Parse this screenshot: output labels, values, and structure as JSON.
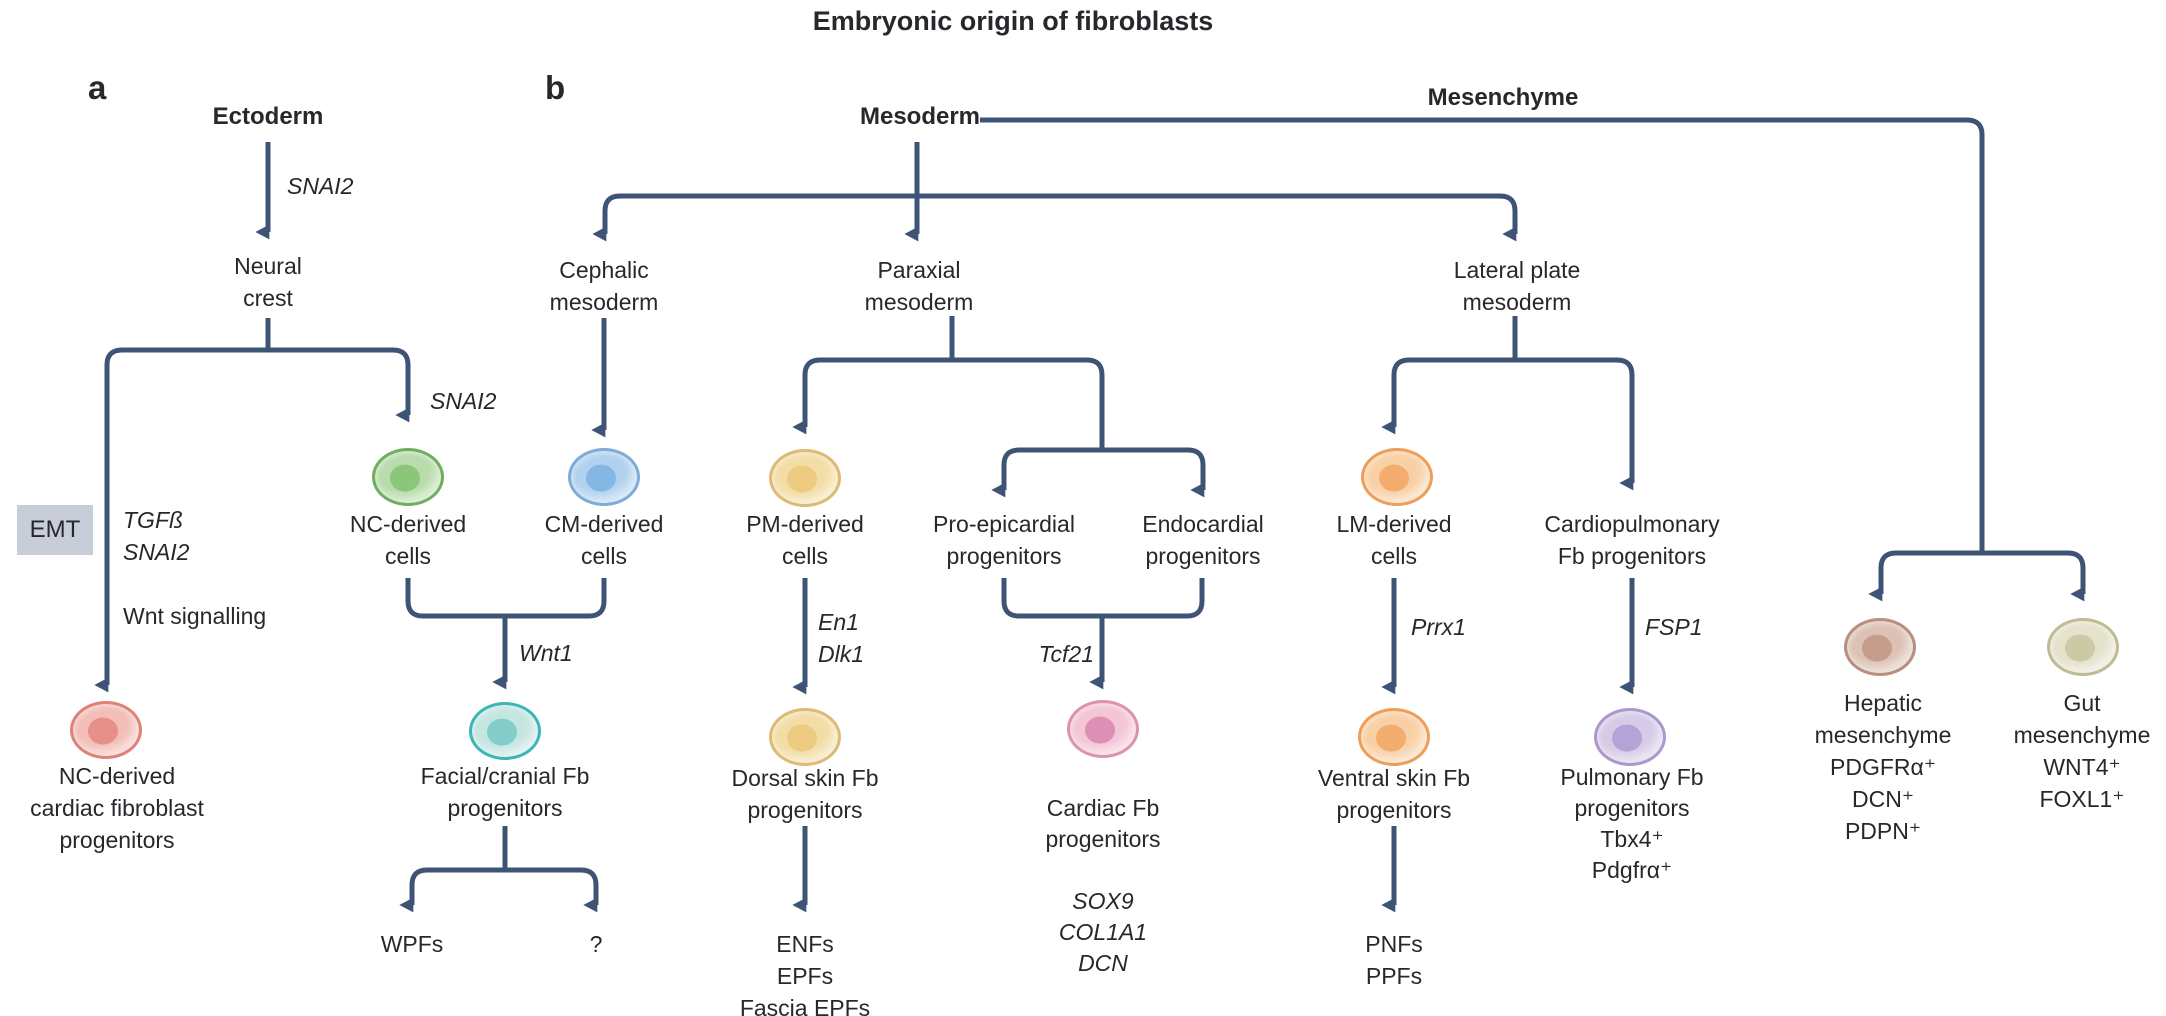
{
  "title": "Embryonic origin of fibroblasts",
  "panels": {
    "a": "a",
    "b": "b"
  },
  "colors": {
    "arrow": "#3d5476",
    "text": "#29262c",
    "emt_box": "#c7cdd9",
    "cells": {
      "red": {
        "body": "#f3beb7",
        "outline": "#dd8278",
        "nucleus": "#e69089"
      },
      "green": {
        "body": "#b8dcab",
        "outline": "#6fad60",
        "nucleus": "#8bc77b"
      },
      "blue": {
        "body": "#b0d2ee",
        "outline": "#7fabd9",
        "nucleus": "#85b7e3"
      },
      "yellow": {
        "body": "#f3dda6",
        "outline": "#dcbb77",
        "nucleus": "#edcb80"
      },
      "teal": {
        "body": "#c5e5e1",
        "outline": "#3ab7b7",
        "nucleus": "#83ceca"
      },
      "pink": {
        "body": "#f4c5d5",
        "outline": "#dd92b1",
        "nucleus": "#de8fb6"
      },
      "orange": {
        "body": "#f9d0a6",
        "outline": "#ec9e5a",
        "nucleus": "#f2ad6f"
      },
      "purple": {
        "body": "#d6cbe7",
        "outline": "#ab98cd",
        "nucleus": "#b5a2d6"
      },
      "brown": {
        "body": "#dcc2b4",
        "outline": "#b78f7e",
        "nucleus": "#c69c8c"
      },
      "olive": {
        "body": "#e4e2ca",
        "outline": "#bfbb95",
        "nucleus": "#cdc9a4"
      }
    }
  },
  "nodes": {
    "ectoderm": "Ectoderm",
    "snai2_a": "SNAI2",
    "neural_crest": "Neural\ncrest",
    "emt": "EMT",
    "emt_genes_italic": "TGFß\nSNAI2",
    "emt_genes_regular": "Wnt signalling",
    "nc_cardiac": "NC-derived\ncardiac fibroblast\nprogenitors",
    "snai2_b": "SNAI2",
    "nc_cells": "NC-derived\ncells",
    "cm_cells": "CM-derived\ncells",
    "wnt1": "Wnt1",
    "facial": "Facial/cranial Fb\nprogenitors",
    "wpfs": "WPFs",
    "unknown": "?",
    "mesoderm": "Mesoderm",
    "mesenchyme": "Mesenchyme",
    "cephalic": "Cephalic\nmesoderm",
    "paraxial": "Paraxial\nmesoderm",
    "lateral_plate": "Lateral plate\nmesoderm",
    "pm_cells": "PM-derived\ncells",
    "en1_dlk1": "En1\nDlk1",
    "dorsal": "Dorsal skin Fb\nprogenitors",
    "enfs": "ENFs\nEPFs\nFascia EPFs",
    "pro_epicardial": "Pro-epicardial\nprogenitors",
    "endocardial": "Endocardial\nprogenitors",
    "tcf21": "Tcf21",
    "cardiac_fb": "Cardiac Fb\nprogenitors",
    "cardiac_fb_genes": "SOX9\nCOL1A1\nDCN",
    "lm_cells": "LM-derived\ncells",
    "prrx1": "Prrx1",
    "ventral": "Ventral skin Fb\nprogenitors",
    "pnfs": "PNFs\nPPFs",
    "cardiopulmonary": "Cardiopulmonary\nFb progenitors",
    "fsp1": "FSP1",
    "pulmonary": "Pulmonary Fb\nprogenitors\nTbx4⁺\nPdgfrα⁺",
    "hepatic": "Hepatic\nmesenchyme\nPDGFRα⁺\nDCN⁺\nPDPN⁺",
    "gut": "Gut\nmesenchyme\nWNT4⁺\nFOXL1⁺"
  }
}
